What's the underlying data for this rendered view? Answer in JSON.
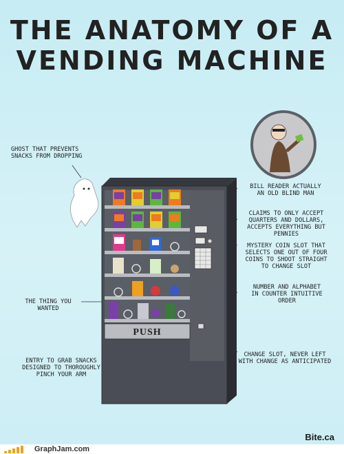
{
  "title": {
    "line1": "THE ANATOMY OF A",
    "line2": "VENDING MACHINE"
  },
  "machine": {
    "push_label": "PUSH"
  },
  "annotations": {
    "ghost": "GHOST THAT PREVENTS\nSNACKS FROM DROPPING",
    "bill_reader": "BILL READER ACTUALLY\nAN OLD BLIND MAN",
    "claims": "CLAIMS TO ONLY ACCEPT\nQUARTERS AND DOLLARS,\nACCEPTS EVERYTHING BUT\nPENNIES",
    "mystery_coin": "MYSTERY COIN SLOT THAT\nSELECTS ONE OUT OF FOUR\nCOINS TO SHOOT STRAIGHT\nTO CHANGE SLOT",
    "thing_wanted": "THE THING YOU\nWANTED",
    "number_alphabet": "NUMBER AND ALPHABET\nIN COUNTER INTUITIVE\nORDER",
    "change_slot": "CHANGE SLOT, NEVER LEFT\nWITH CHANGE AS ANTICIPATED",
    "entry": "ENTRY TO GRAB SNACKS\nDESIGNED TO THOROUGHLY\nPINCH YOUR ARM"
  },
  "credit": "Bite.ca",
  "footer": {
    "brand": "GraphJam.com"
  },
  "colors": {
    "background": "#cdeef5",
    "machine_body": "#4a4d55",
    "machine_shelf": "#b9bcc0",
    "orange_snack": "#f07a1f",
    "green_snack": "#5bb83a",
    "purple_snack": "#7a3fa8",
    "footer_accent": "#f0a020"
  }
}
